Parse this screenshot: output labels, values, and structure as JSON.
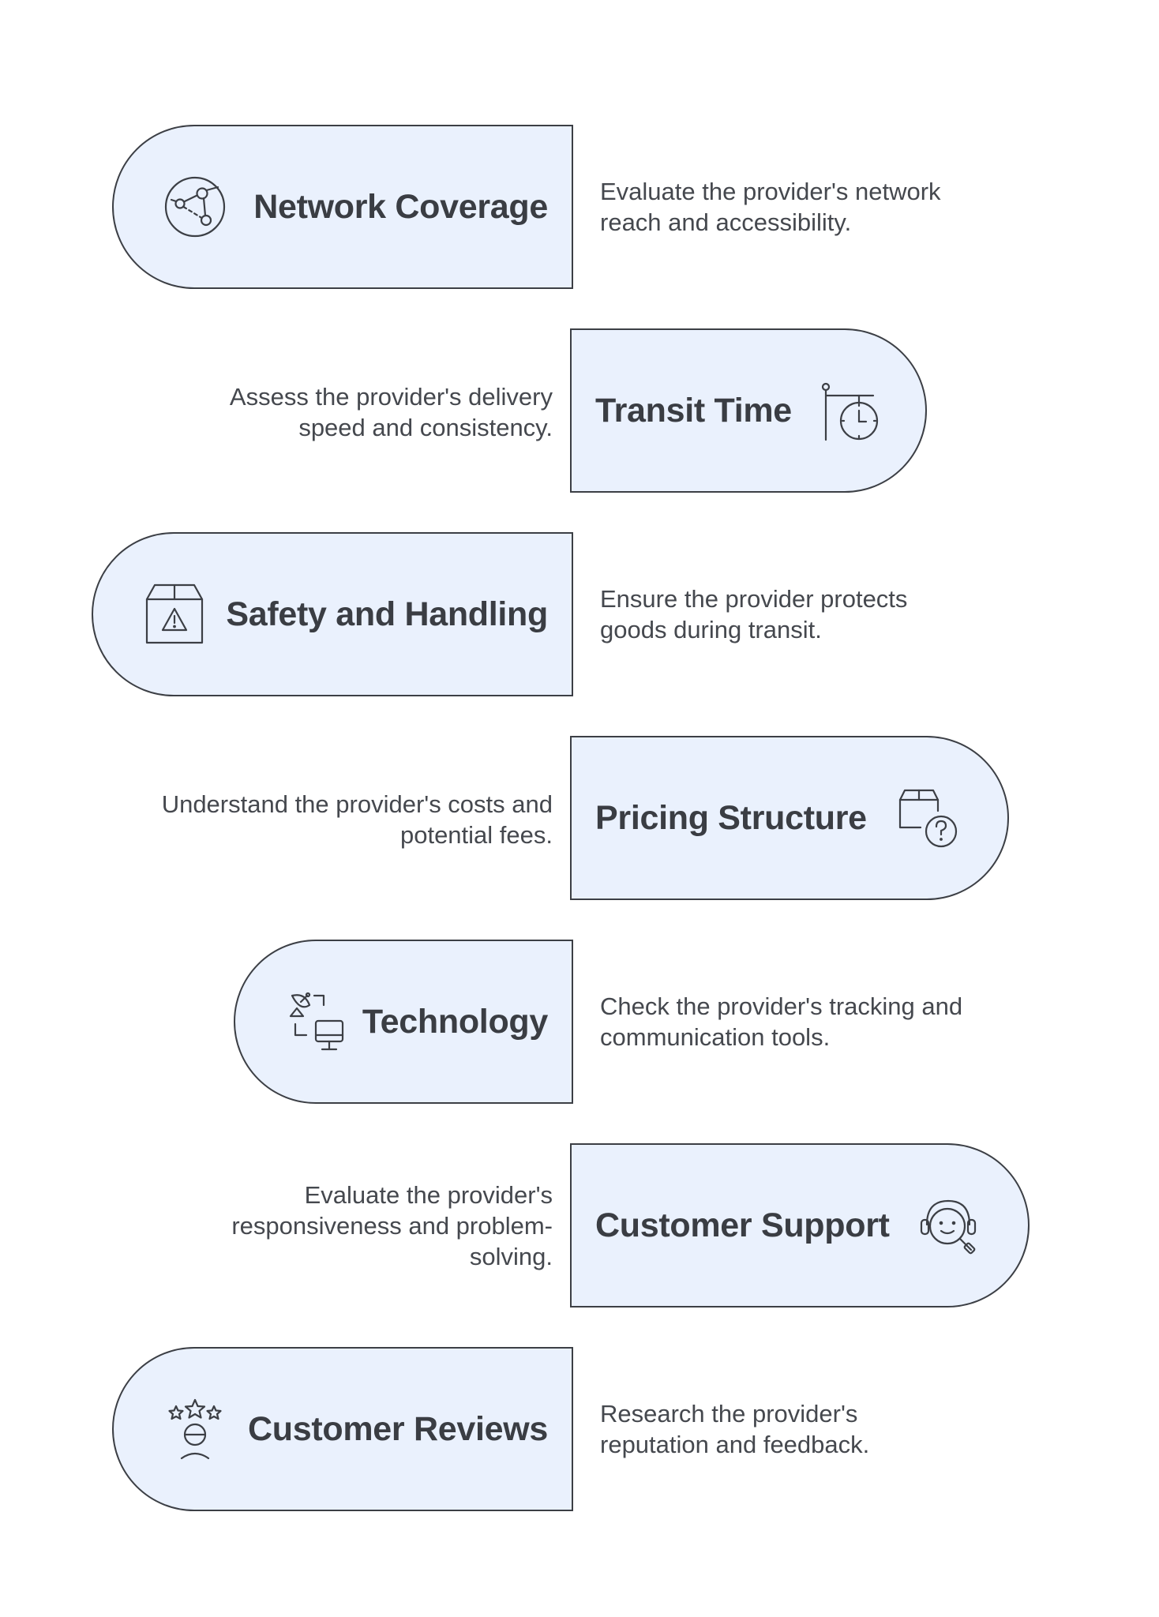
{
  "items": [
    {
      "title": "Network Coverage",
      "description": "Evaluate the provider's network reach and accessibility.",
      "icon": "network-nodes-icon"
    },
    {
      "title": "Transit Time",
      "description": "Assess the provider's delivery speed and consistency.",
      "icon": "signpost-clock-icon"
    },
    {
      "title": "Safety and Handling",
      "description": "Ensure the provider protects goods during transit.",
      "icon": "box-warning-icon"
    },
    {
      "title": "Pricing Structure",
      "description": "Understand the provider's costs and potential fees.",
      "icon": "box-question-icon"
    },
    {
      "title": "Technology",
      "description": "Check the provider's tracking and communication tools.",
      "icon": "satellite-monitor-icon"
    },
    {
      "title": "Customer Support",
      "description": "Evaluate the provider's responsiveness and problem-solving.",
      "icon": "headset-search-icon"
    },
    {
      "title": "Customer Reviews",
      "description": "Research the provider's reputation and feedback.",
      "icon": "person-stars-icon"
    }
  ],
  "colors": {
    "pill_fill": "#eaf1fd",
    "outline": "#3c3f45",
    "title_text": "#3a3d43",
    "body_text": "#45484e"
  }
}
